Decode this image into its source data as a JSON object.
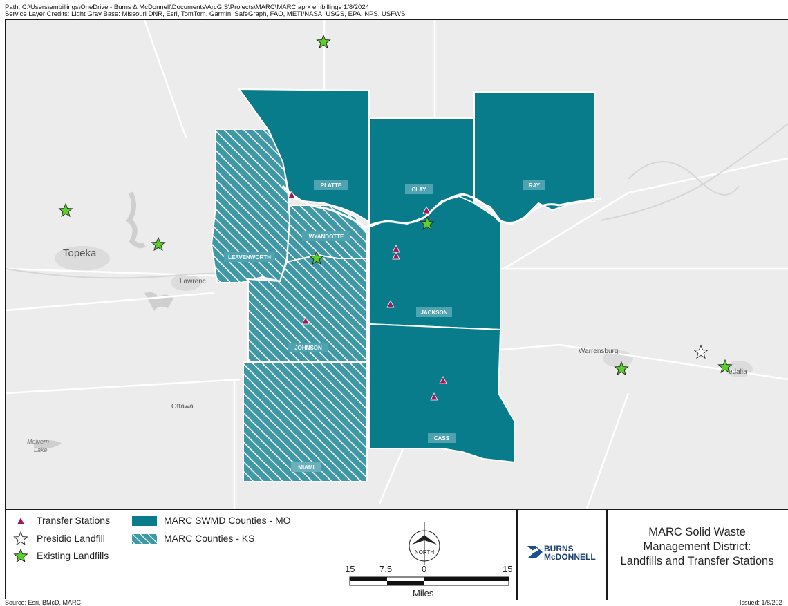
{
  "header": {
    "path_line": "Path: C:\\Users\\embillings\\OneDrive - Burns & McDonnell\\Documents\\ArcGIS\\Projects\\MARC\\MARC.aprx   embillings   1/8/2024",
    "credits_line": "Service Layer Credits: Light Gray Base: Missouri DNR, Esri, TomTom, Garmin, SafeGraph, FAO, METI/NASA, USGS, EPA, NPS, USFWS"
  },
  "map": {
    "counties": [
      "PLATTE",
      "CLAY",
      "RAY",
      "LEAVENWORTH",
      "WYANDOTTE",
      "JACKSON",
      "JOHNSON",
      "CASS",
      "MIAMI"
    ],
    "places": [
      "Topeka",
      "Lawrenc",
      "Ottawa",
      "Melvern",
      "Lake",
      "Warrensburg",
      "edalia"
    ],
    "colors": {
      "mo_fill": "#097c8c",
      "ks_hatch_bg": "#3e98a6",
      "water": "#d0d0d0",
      "road": "#ffffff"
    }
  },
  "legend": {
    "transfer_stations": "Transfer Stations",
    "presidio_landfill": "Presidio Landfill",
    "existing_landfills": "Existing Landfills",
    "mo_counties": "MARC SWMD Counties - MO",
    "ks_counties": "MARC Counties - KS",
    "north_label": "NORTH",
    "scale_labels": [
      "15",
      "7.5",
      "0",
      "15"
    ],
    "scale_unit": "Miles",
    "logo_line1": "BURNS",
    "logo_line2": "McDONNELL",
    "title_line1": "MARC Solid Waste",
    "title_line2": "Management District:",
    "title_line3": "Landfills and Transfer Stations"
  },
  "footer": {
    "source": "Source: Esri, BMcD, MARC",
    "issued": "Issued: 1/8/202"
  }
}
